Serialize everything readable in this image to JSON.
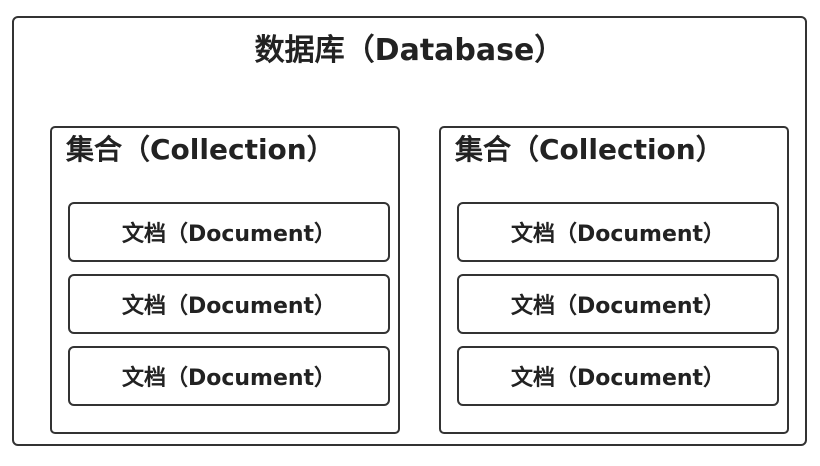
{
  "database": {
    "label": "数据库（Database）"
  },
  "collections": [
    {
      "label": "集合（Collection）",
      "documents": [
        "文档（Document）",
        "文档（Document）",
        "文档（Document）"
      ]
    },
    {
      "label": "集合（Collection）",
      "documents": [
        "文档（Document）",
        "文档（Document）",
        "文档（Document）"
      ]
    }
  ]
}
